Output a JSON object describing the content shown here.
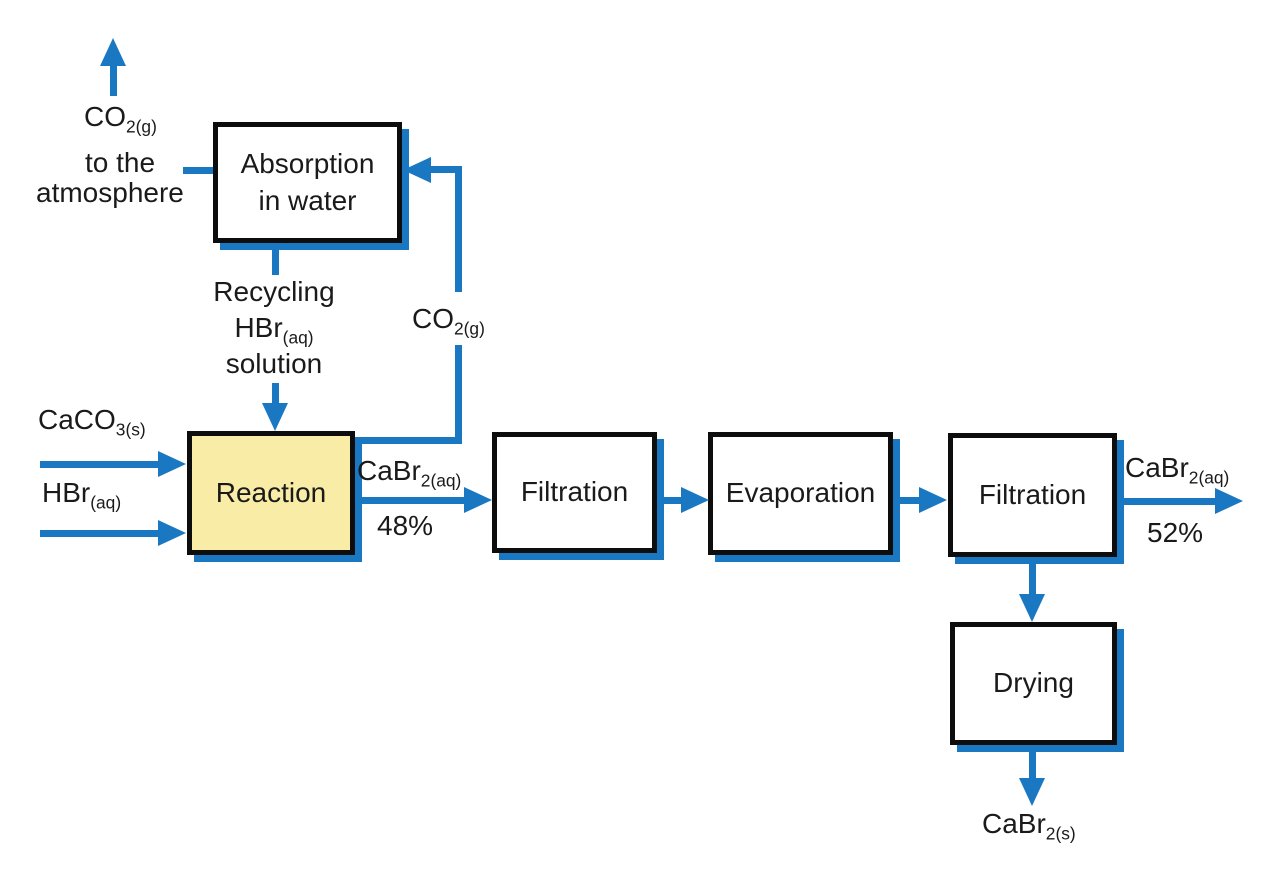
{
  "diagram": {
    "boxes": {
      "absorption": {
        "line1": "Absorption",
        "line2": "in water"
      },
      "reaction": {
        "label": "Reaction"
      },
      "filtration1": {
        "label": "Filtration"
      },
      "evaporation": {
        "label": "Evaporation"
      },
      "filtration2": {
        "label": "Filtration"
      },
      "drying": {
        "label": "Drying"
      }
    },
    "labels": {
      "co2_atm": {
        "base": "CO",
        "sub": "2(g)"
      },
      "to_the": "to the",
      "atmosphere": "atmosphere",
      "recycling_line1": "Recycling",
      "recycling_hbr": {
        "base": "HBr",
        "sub": "(aq)"
      },
      "recycling_line3": "solution",
      "co2_recycle": {
        "base": "CO",
        "sub": "2(g)"
      },
      "caco3_in": {
        "base": "CaCO",
        "sub": "3(s)"
      },
      "hbr_in": {
        "base": "HBr",
        "sub": "(aq)"
      },
      "cabr2_aq_48": {
        "base": "CaBr",
        "sub": "2(aq)",
        "percent": "48%"
      },
      "cabr2_aq_52": {
        "base": "CaBr",
        "sub": "2(aq)",
        "percent": "52%"
      },
      "cabr2_s": {
        "base": "CaBr",
        "sub": "2(s)"
      }
    },
    "colors": {
      "flow_blue": "#1a78c2",
      "reaction_fill": "#f8eca6",
      "box_border": "#0d0d0d",
      "background": "#ffffff",
      "text": "#1a1a1a"
    }
  }
}
